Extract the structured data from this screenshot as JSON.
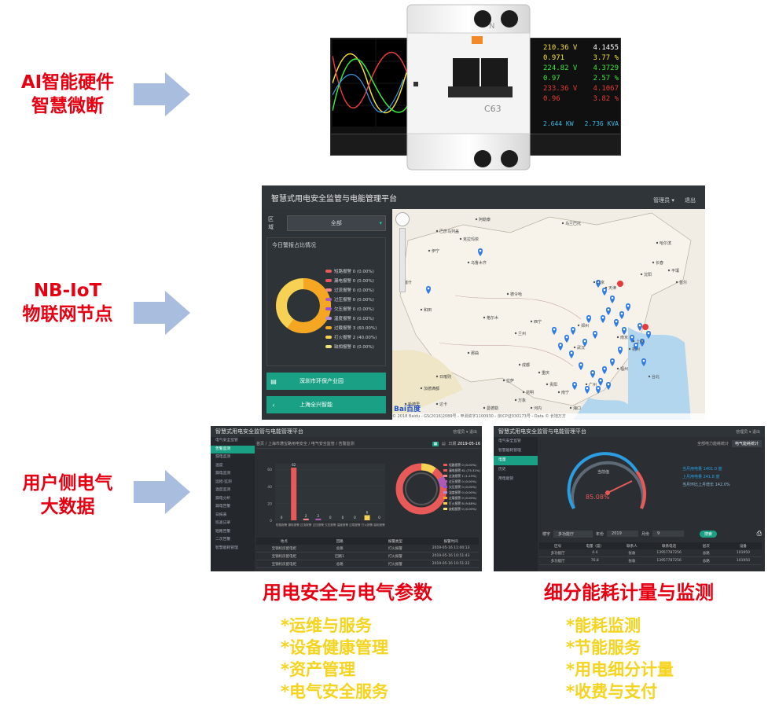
{
  "labels": {
    "hw": [
      "AI智能硬件",
      "智慧微断"
    ],
    "iot": [
      "NB-IoT",
      "物联网节点"
    ],
    "bigdata": [
      "用户侧电气",
      "大数据"
    ]
  },
  "meter": {
    "readings": [
      "210.36 V",
      "4.1455",
      "0.971",
      "3.77 %",
      "224.82 V",
      "4.3729",
      "0.97",
      "2.57 %",
      "233.36 V",
      "4.1067",
      "0.96",
      "3.82 %",
      "2.644 KW",
      "2.736 KVA"
    ]
  },
  "breaker": {
    "brand": "N",
    "model": "C63"
  },
  "platform": {
    "title": "智慧式用电安全监管与电能管理平台",
    "admin": "管理员 ▾",
    "logout": "退出",
    "region_label": "区域",
    "region_value": "全部",
    "alarm_title": "今日警报占比情况",
    "legend": [
      {
        "text": "短路报警 0 (0.00%)",
        "color": "#e85a5a"
      },
      {
        "text": "漏电报警 0 (0.00%)",
        "color": "#e8545f"
      },
      {
        "text": "过流报警 0 (0.00%)",
        "color": "#f08a8a"
      },
      {
        "text": "过压报警 0 (0.00%)",
        "color": "#b05ab8"
      },
      {
        "text": "欠压报警 0 (0.00%)",
        "color": "#9b4fd1"
      },
      {
        "text": "温度报警 0 (0.00%)",
        "color": "#b48fd6"
      },
      {
        "text": "过载报警 3 (60.00%)",
        "color": "#f5a623"
      },
      {
        "text": "打火报警 2 (40.00%)",
        "color": "#f7d154"
      },
      {
        "text": "缺相报警 0 (0.00%)",
        "color": "#f3e07a"
      }
    ],
    "buttons": [
      "深圳市环保产业园",
      "上海全兴智能"
    ],
    "map_footer": "© 2018 Baidu - GS(2016)2089号 - 甲测资字1100930 - 京ICP证030173号 - Data © 长地万方",
    "map_places": [
      "乌鲁木齐",
      "西宁",
      "兰州",
      "拉萨",
      "成都",
      "重庆",
      "昆明",
      "贵阳",
      "北京",
      "天津",
      "沈阳",
      "长春",
      "哈尔滨",
      "郑州",
      "武汉",
      "南京",
      "上海",
      "杭州",
      "福州",
      "广州",
      "南宁",
      "海口",
      "台北",
      "首尔",
      "平壤",
      "乌兰巴托",
      "巴彦乌列盖",
      "阿勒泰",
      "克拉玛依",
      "伊宁",
      "喀什",
      "和田",
      "德令哈",
      "格尔木",
      "那曲",
      "日喀则",
      "加德满都",
      "新德里",
      "达卡",
      "曼德勒",
      "河内",
      "万象"
    ],
    "baidu": "Bai百度"
  },
  "dash1": {
    "title": "智慧式用电安全监管与电能管理平台",
    "admin": "管理员 ▾  退出",
    "breadcrumb": "首页 / 上海市漕宝路用电安全 / 电气安全监管 / 告警监测",
    "date_label": "日期",
    "date_value": "2019-05-16",
    "menu": [
      "电气安全监管",
      "告警监测",
      "漏电监测",
      "温度",
      "漏电监测",
      "远程·监测",
      "温度监测",
      "漏电分析",
      "漏电告警",
      "日报表",
      "巡查记录",
      "短路告警",
      "二次告警",
      "智慧能耗管理"
    ],
    "bar_cats": [
      "短路报警",
      "漏电报警",
      "过流报警",
      "过压报警",
      "欠压报警",
      "温度报警",
      "过载报警",
      "打火报警",
      "缺相报警"
    ],
    "bar_values": [
      0,
      62,
      2,
      2,
      0,
      0,
      0,
      6,
      0
    ],
    "y_ticks": [
      "60",
      "40",
      "20",
      "0"
    ],
    "table_head": [
      "地点",
      "回路",
      "报警类型",
      "报警时间"
    ],
    "table_rows": [
      [
        "宝钢机房配电柜",
        "总路",
        "打火报警",
        "2019-05-16 11:00:13"
      ],
      [
        "宝钢机房配电柜",
        "回路1",
        "打火报警",
        "2019-05-16 10:51:43"
      ],
      [
        "宝钢机房配电柜",
        "总路",
        "打火报警",
        "2019-05-16 10:51:22"
      ]
    ],
    "legend": [
      "短路报警 0 (0.00%)",
      "漏电报警 61 (75.31%)",
      "过流报警 1 (1.23%)",
      "过压报警 0 (0.00%)",
      "欠压报警 0 (0.00%)",
      "温度报警 0 (0.00%)",
      "过载报警 0 (0.00%)",
      "打火报警 8 (9.88%)",
      "缺相报警 0 (0.00%)"
    ]
  },
  "dash2": {
    "title": "智慧式用电安全监管与电能管理平台",
    "admin": "管理员 ▾  退出",
    "menu": [
      "电气安全监管",
      "智慧能耗管理",
      "电量",
      "历史",
      "用电能管"
    ],
    "tabs": [
      "全部电力能耗统计",
      "电气能耗统计"
    ],
    "gauge_value": "85.08%",
    "gauge_label": "当前值",
    "stats": [
      "当月用电量 1401.0 度",
      "上月用电量 241.8 度",
      "当月环比上月增长 142.0%"
    ],
    "filters": [
      "楼宇",
      "年份",
      "月份"
    ],
    "filter_values": [
      "多功能厅",
      "2019",
      "9"
    ],
    "search": "搜索",
    "table_head": [
      "区号",
      "电量（度）",
      "联系人",
      "联系电话",
      "层次",
      "设备"
    ],
    "table_rows": [
      [
        "多功能厅",
        "4.4",
        "张收",
        "13957787256",
        "总路",
        "101950"
      ],
      [
        "多功能厅",
        "76.8",
        "张收",
        "13957787256",
        "总路",
        "101950"
      ]
    ]
  },
  "captions": {
    "left": "用电安全与电气参数",
    "right": "细分能耗计量与监测"
  },
  "bullets": {
    "left": [
      "*运维与服务",
      "*设备健康管理",
      "*资产管理",
      "*电气安全服务"
    ],
    "right": [
      "*能耗监测",
      "*节能服务",
      "*用电细分计量",
      "*收费与支付"
    ]
  }
}
